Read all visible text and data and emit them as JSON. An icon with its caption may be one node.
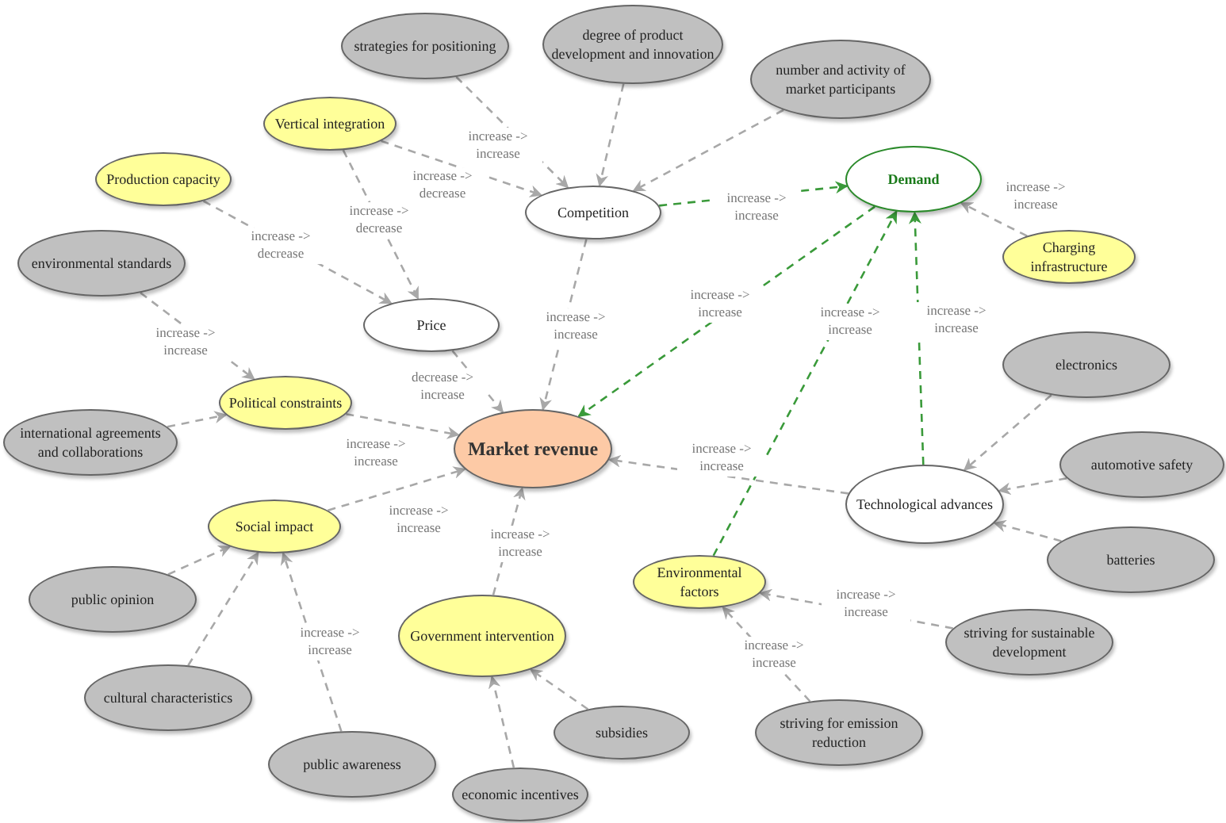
{
  "diagram": {
    "nodes": [
      {
        "text": [
          "strategies for positioning"
        ]
      },
      {
        "text": [
          "degree of product development and innovation"
        ]
      },
      {
        "text": [
          "number and activity of market participants"
        ]
      },
      {
        "text": [
          "Vertical integration"
        ]
      },
      {
        "text": [
          "Production capacity"
        ]
      },
      {
        "text": [
          "Competition"
        ]
      },
      {
        "text": [
          "Demand"
        ]
      },
      {
        "text": [
          "Charging infrastructure"
        ]
      },
      {
        "text": [
          "environmental standards"
        ]
      },
      {
        "text": [
          "Price"
        ]
      },
      {
        "text": [
          "Political constraints"
        ]
      },
      {
        "text": [
          "international agreements and collaborations"
        ]
      },
      {
        "text": [
          "Market revenue"
        ]
      },
      {
        "text": [
          "electronics"
        ]
      },
      {
        "text": [
          "automotive safety"
        ]
      },
      {
        "text": [
          "Social impact"
        ]
      },
      {
        "text": [
          "Technological advances"
        ]
      },
      {
        "text": [
          "Environmental factors"
        ]
      },
      {
        "text": [
          "public opinion"
        ]
      },
      {
        "text": [
          "Government intervention"
        ]
      },
      {
        "text": [
          "batteries"
        ]
      },
      {
        "text": [
          "striving for sustainable development"
        ]
      },
      {
        "text": [
          "cultural characteristics"
        ]
      },
      {
        "text": [
          "subsidies"
        ]
      },
      {
        "text": [
          "striving for emission reduction"
        ]
      },
      {
        "text": [
          "public awareness"
        ]
      },
      {
        "text": [
          "economic incentives"
        ]
      }
    ],
    "edges": [
      {
        "from": 0,
        "to": 5,
        "arrow": "to",
        "label": "increase -> increase"
      },
      {
        "from": 1,
        "to": 5,
        "arrow": "to"
      },
      {
        "from": 2,
        "to": 5,
        "arrow": "to"
      },
      {
        "from": 3,
        "to": 5,
        "arrow": "to",
        "label": "increase -> decrease"
      },
      {
        "from": 3,
        "to": 9,
        "arrow": "to",
        "label": "increase -> decrease"
      },
      {
        "from": 4,
        "to": 9,
        "arrow": "to",
        "label": "increase -> decrease"
      },
      {
        "from": 5,
        "to": 6,
        "arrow": "to",
        "label": "increase -> increase",
        "color": "#3a9a3a"
      },
      {
        "from": 7,
        "to": 6,
        "arrow": "to",
        "label": "increase -> increase"
      },
      {
        "from": 5,
        "to": 12,
        "arrow": "to",
        "label": "increase -> increase"
      },
      {
        "from": 9,
        "to": 12,
        "arrow": "to",
        "label": "decrease -> increase"
      },
      {
        "from": 8,
        "to": 10,
        "arrow": "to",
        "label": "increase -> increase"
      },
      {
        "from": 11,
        "to": 10,
        "arrow": "to"
      },
      {
        "from": 10,
        "to": 12,
        "arrow": "to",
        "label": "increase -> increase"
      },
      {
        "from": 6,
        "to": 12,
        "arrow": "to",
        "label": "increase -> increase",
        "color": "#3a9a3a"
      },
      {
        "from": 16,
        "to": 12,
        "arrow": "to",
        "label": "increase -> increase"
      },
      {
        "from": 17,
        "to": 6,
        "arrow": "to",
        "label": "increase -> increase",
        "color": "#3a9a3a"
      },
      {
        "from": 16,
        "to": 6,
        "arrow": "to",
        "label": "increase -> increase",
        "color": "#3a9a3a"
      },
      {
        "from": 13,
        "to": 16,
        "arrow": "to"
      },
      {
        "from": 14,
        "to": 16,
        "arrow": "to"
      },
      {
        "from": 20,
        "to": 16,
        "arrow": "to"
      },
      {
        "from": 15,
        "to": 12,
        "arrow": "to",
        "label": "increase -> increase"
      },
      {
        "from": 19,
        "to": 12,
        "arrow": "to",
        "label": "increase -> increase"
      },
      {
        "from": 18,
        "to": 15,
        "arrow": "to"
      },
      {
        "from": 22,
        "to": 15,
        "arrow": "to"
      },
      {
        "from": 25,
        "to": 15,
        "arrow": "to",
        "label": "increase -> increase"
      },
      {
        "from": 26,
        "to": 19,
        "arrow": "to"
      },
      {
        "from": 23,
        "to": 19,
        "arrow": "to"
      },
      {
        "from": 21,
        "to": 17,
        "arrow": "to",
        "label": "increase -> increase"
      },
      {
        "from": 24,
        "to": 17,
        "arrow": "to",
        "label": "increase -> increase"
      }
    ]
  }
}
